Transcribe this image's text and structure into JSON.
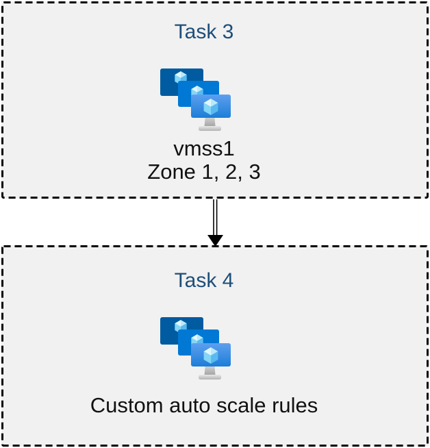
{
  "theme": {
    "page_bg": "#ffffff",
    "box_bg": "#f1f1f1",
    "box_border": "#000000",
    "title_color": "#1e4e79",
    "label_color": "#111111",
    "connector_color": "#000000",
    "icon": {
      "screen_back": "#005ba1",
      "screen_middle": "#0078d4",
      "screen_front_top": "#5ea0ef",
      "screen_front_bottom": "#1b7ed8",
      "cube_top_light": "#e0f7fe",
      "cube_top": "#bce9fa",
      "cube_left": "#84d6f7",
      "cube_right": "#59baf0",
      "stand_light": "#dcdcdc",
      "stand_dark": "#a6a6a6",
      "base_light": "#e8e8e8",
      "base_dark": "#b3b3b3"
    }
  },
  "tasks": [
    {
      "title": "Task 3",
      "icon": "virtual-machine-scale-sets",
      "lines": [
        "vmss1",
        "Zone 1, 2, 3"
      ]
    },
    {
      "title": "Task 4",
      "icon": "virtual-machine-scale-sets",
      "lines": [
        "Custom auto scale rules"
      ]
    }
  ],
  "connector": {
    "from": "task3-box",
    "to": "task4-box",
    "style": "double-line",
    "arrowhead": "filled-triangle",
    "direction": "down"
  }
}
